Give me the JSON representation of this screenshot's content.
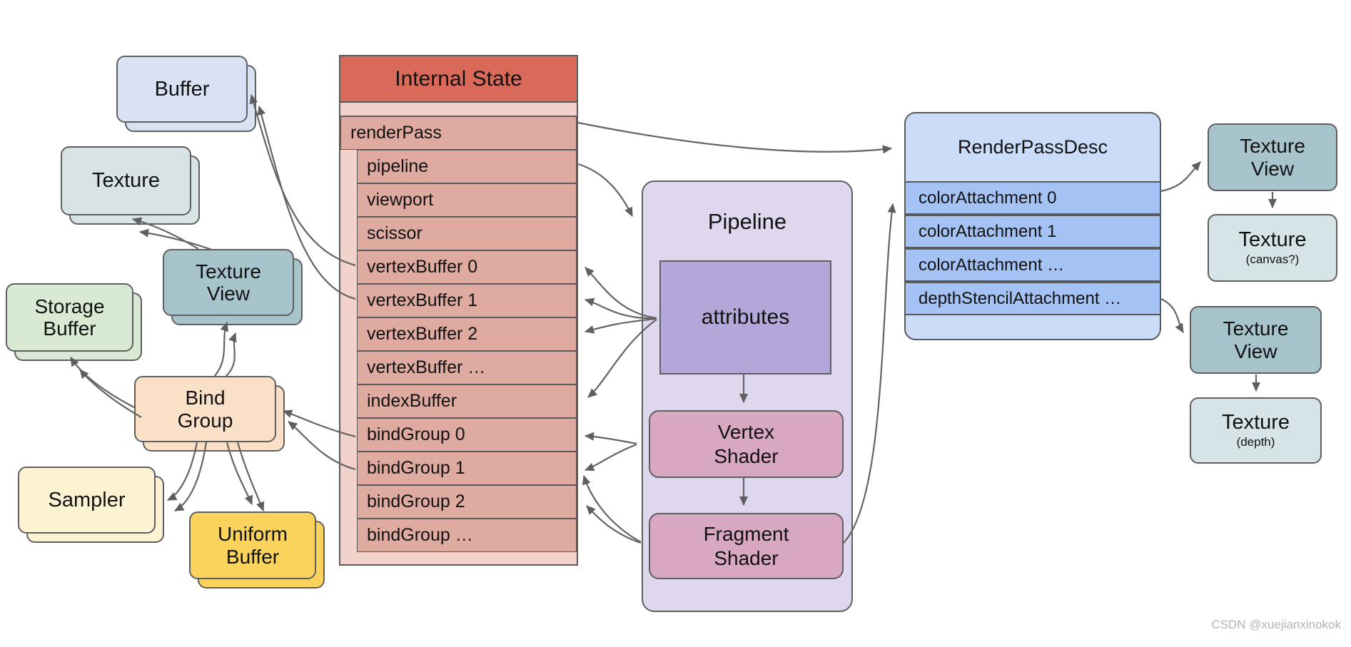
{
  "watermark": "CSDN @xuejianxinokok",
  "left_boxes": {
    "buffer": "Buffer",
    "texture": "Texture",
    "texture_view": {
      "line1": "Texture",
      "line2": "View"
    },
    "storage_buffer": {
      "line1": "Storage",
      "line2": "Buffer"
    },
    "bind_group": {
      "line1": "Bind",
      "line2": "Group"
    },
    "sampler": "Sampler",
    "uniform_buffer": {
      "line1": "Uniform",
      "line2": "Buffer"
    }
  },
  "internal_state": {
    "title": "Internal State",
    "top_row": "renderPass",
    "rows": [
      "pipeline",
      "viewport",
      "scissor",
      "vertexBuffer 0",
      "vertexBuffer 1",
      "vertexBuffer 2",
      "vertexBuffer …",
      "indexBuffer",
      "bindGroup 0",
      "bindGroup 1",
      "bindGroup 2",
      "bindGroup …"
    ]
  },
  "pipeline": {
    "title": "Pipeline",
    "attributes": "attributes",
    "vertex_shader": {
      "line1": "Vertex",
      "line2": "Shader"
    },
    "fragment_shader": {
      "line1": "Fragment",
      "line2": "Shader"
    }
  },
  "render_pass_desc": {
    "title": "RenderPassDesc",
    "rows": [
      "colorAttachment 0",
      "colorAttachment 1",
      "colorAttachment …",
      "depthStencilAttachment …"
    ]
  },
  "right_boxes": {
    "texture_view_color": {
      "line1": "Texture",
      "line2": "View"
    },
    "texture_canvas": {
      "title": "Texture",
      "sub": "(canvas?)"
    },
    "texture_view_depth": {
      "line1": "Texture",
      "line2": "View"
    },
    "texture_depth": {
      "title": "Texture",
      "sub": "(depth)"
    }
  },
  "colors": {
    "internal_state_header": "#d96a5a",
    "internal_state_row": "#dfaaa0",
    "internal_state_bg": "#f2d2cb",
    "buffer": "#d9e2f3",
    "texture": "#d7e3e4",
    "texture_view": "#a7c4cc",
    "texture_attachment": "#d6e4e7",
    "storage_buffer": "#d8ead3",
    "bind_group": "#f9e0c6",
    "sampler": "#fdf3d2",
    "uniform_buffer": "#f9d35c",
    "pipeline": "#ded7ee",
    "attributes": "#b3a6d9",
    "shader": "#d8a7c2",
    "rpd_header": "#cbdcf8",
    "rpd_row": "#a5c2f4",
    "arrow": "#646464"
  }
}
